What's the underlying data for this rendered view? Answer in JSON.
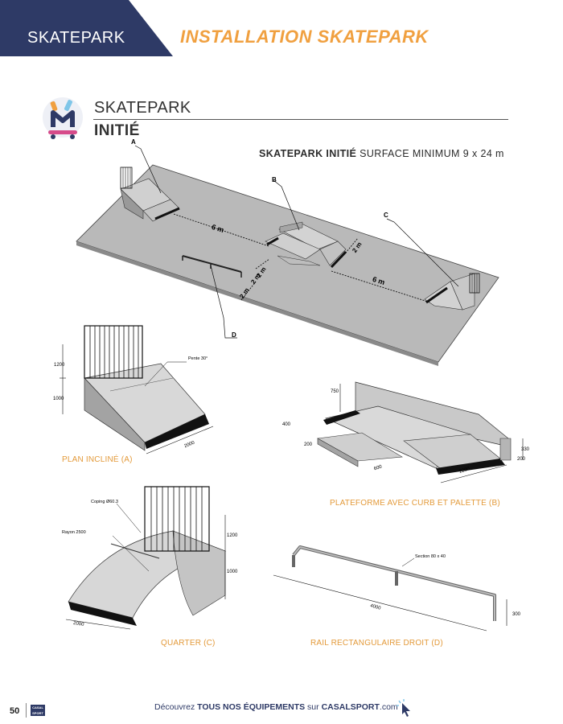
{
  "header": {
    "section": "SKATEPARK",
    "title": "INSTALLATION SKATEPARK",
    "tab_color": "#2e3a66",
    "title_color": "#f0a040"
  },
  "subheading": {
    "title": "SKATEPARK",
    "level": "INITIÉ",
    "logo_icon": "skater-m-logo-icon"
  },
  "overview": {
    "surface_prefix": "SKATEPARK INITIÉ",
    "surface_text": "SURFACE MINIMUM 9 x 24 m",
    "labels": {
      "a": "A",
      "b": "B",
      "c": "C",
      "d": "D"
    },
    "distances": {
      "left": "6 m",
      "right": "6 m",
      "gap1": "2 m",
      "gap2": "2 m",
      "gap3": "2 m",
      "gap4": "2 m"
    }
  },
  "modules": [
    {
      "caption": "PLAN INCLINÉ (A)",
      "dims": {
        "h_top": "1200",
        "h_bottom": "1000",
        "width": "2000",
        "slope": "Pente 30°"
      }
    },
    {
      "caption": "PLATEFORME AVEC CURB ET PALETTE (B)",
      "dims": {
        "h_top": "750",
        "h_mid": "400",
        "h_low": "200",
        "small": "600",
        "width": "2200",
        "right_a": "330",
        "right_b": "200"
      }
    },
    {
      "caption": "QUARTER (C)",
      "dims": {
        "coping": "Coping Ø60.3",
        "radius": "Rayon 2500",
        "h_top": "1200",
        "h_bottom": "1000",
        "width": "2000"
      }
    },
    {
      "caption": "RAIL RECTANGULAIRE DROIT (D)",
      "dims": {
        "section": "Section 80 x 40",
        "length": "4000",
        "height": "300"
      }
    }
  ],
  "footer": {
    "page": "50",
    "logo_top": "CASAL",
    "logo_bottom": "SPORT",
    "prefix": "Découvrez",
    "bold": "TOUS NOS ÉQUIPEMENTS",
    "middle": "sur",
    "site": "CASALSPORT",
    "domain": ".com",
    "cursor_icon": "click-cursor-icon"
  }
}
